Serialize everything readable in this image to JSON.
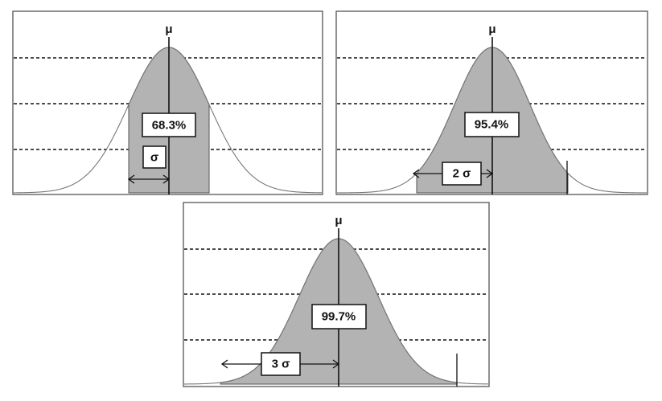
{
  "panels": [
    {
      "id": "panel-1sigma",
      "mean_label": "μ",
      "percent_label": "68.3%",
      "sigma_label": "σ",
      "sigma_multiple": 1
    },
    {
      "id": "panel-2sigma",
      "mean_label": "μ",
      "percent_label": "95.4%",
      "sigma_label": "2 σ",
      "sigma_multiple": 2
    },
    {
      "id": "panel-3sigma",
      "mean_label": "μ",
      "percent_label": "99.7%",
      "sigma_label": "3 σ",
      "sigma_multiple": 3
    }
  ],
  "colors": {
    "shade": "#b3b3b3",
    "line": "#111111",
    "curve": "#777777",
    "frame": "#555555"
  }
}
